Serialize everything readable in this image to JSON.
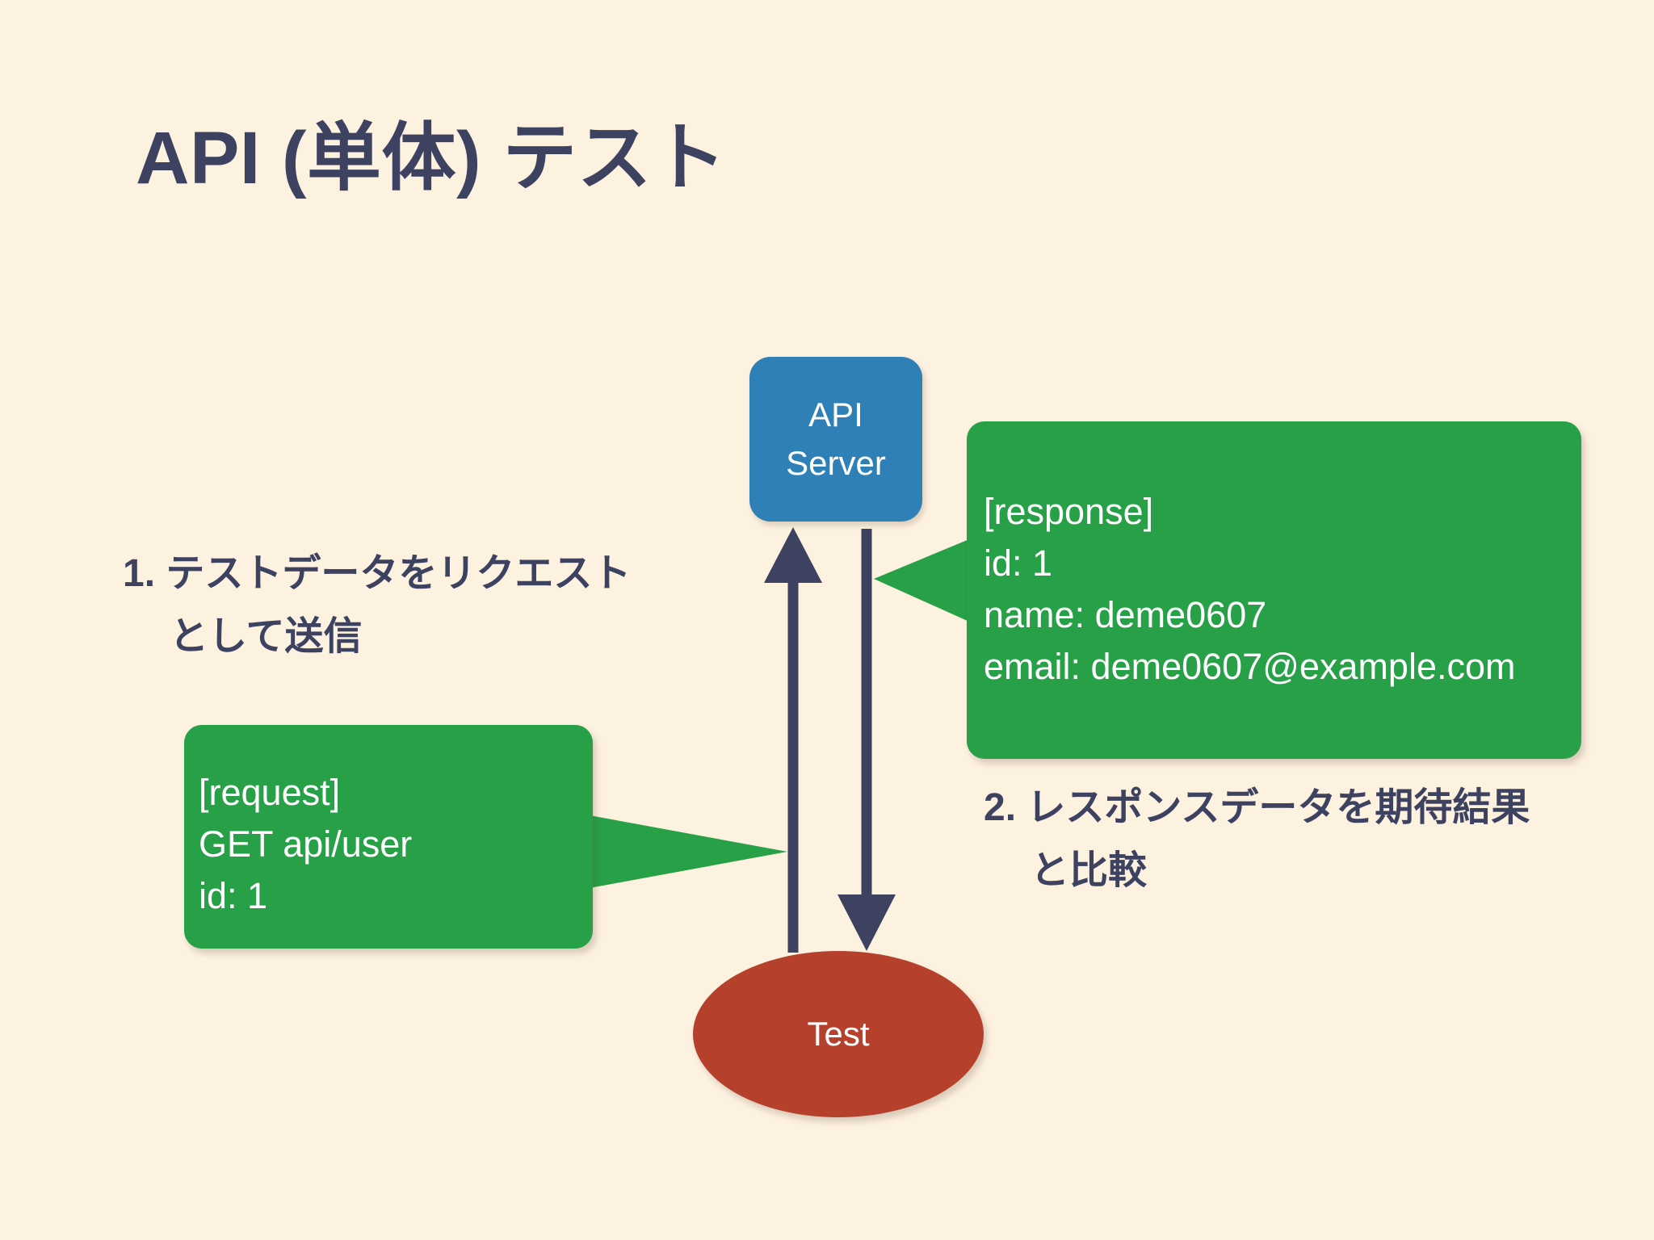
{
  "slide": {
    "title": "API (単体) テスト",
    "background_color": "#fdf1e0",
    "title_color": "#3d4260"
  },
  "nodes": {
    "api_server": {
      "label_line1": "API",
      "label_line2": "Server",
      "color": "#2e80b6",
      "text_color": "#ffffff"
    },
    "test": {
      "label": "Test",
      "color": "#b5412c",
      "text_color": "#ffffff"
    }
  },
  "callouts": {
    "request": {
      "color": "#27a047",
      "text_color": "#ffffff",
      "lines": [
        "[request]",
        "GET api/user",
        "id: 1"
      ]
    },
    "response": {
      "color": "#27a047",
      "text_color": "#ffffff",
      "lines": [
        "[response]",
        "id: 1",
        "name: deme0607",
        "email: deme0607@example.com"
      ]
    }
  },
  "steps": [
    {
      "number": "1.",
      "line1": "テストデータをリクエスト",
      "line2": "として送信"
    },
    {
      "number": "2.",
      "line1": "レスポンスデータを期待結果",
      "line2": "と比較"
    }
  ],
  "arrows": {
    "color": "#3d4260",
    "up_arrow_name": "test-to-api-server-arrow",
    "down_arrow_name": "api-server-to-test-arrow"
  }
}
